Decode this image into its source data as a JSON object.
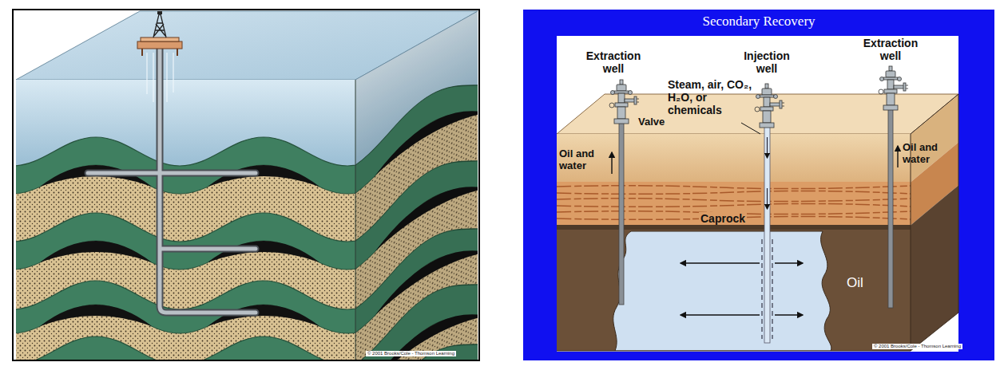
{
  "diagram": {
    "title": "Secondary Recovery",
    "labels": [
      "© 2001 Brooks/Cole - Thomson Learning",
      "Extraction well",
      "Injection well",
      "Steam, air, CO₂, H₂O, or chemicals",
      "Extraction well",
      "Valve",
      "Oil and water",
      "Oil and water",
      "Caprock",
      "Oil",
      "© 2001 Brooks/Cole - Thomson Learning"
    ]
  }
}
